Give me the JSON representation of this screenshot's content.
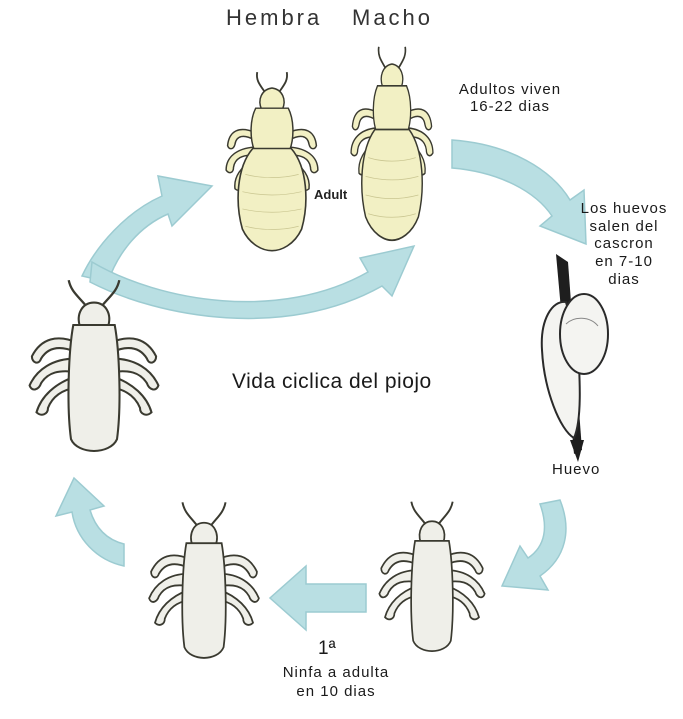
{
  "labels": {
    "hembra": "Hembra",
    "macho": "Macho",
    "adult_tag": "Adult",
    "adultos_line1": "Adultos viven",
    "adultos_line2": "16-22 dias",
    "huevos_line1": "Los huevos",
    "huevos_line2": "salen del",
    "huevos_line3": "cascron",
    "huevos_line4": "en 7-10",
    "huevos_line5": "dias",
    "huevo": "Huevo",
    "center_title": "Vida ciclica del piojo",
    "ninfa_number": "1ª",
    "ninfa_line1": "Ninfa a adulta",
    "ninfa_line2": "en 10 dias"
  },
  "colors": {
    "arrow_fill": "#b9dfe3",
    "arrow_stroke": "#9ccbd1",
    "adult_body": "#f2f0c4",
    "nymph_body": "#efefe9",
    "outline": "#3a3a30"
  },
  "icons": [
    "female-adult-louse-icon",
    "male-adult-louse-icon",
    "egg-nit-on-hair-icon",
    "first-nymph-icon",
    "second-nymph-icon",
    "third-nymph-icon",
    "cycle-arrow-icon"
  ]
}
